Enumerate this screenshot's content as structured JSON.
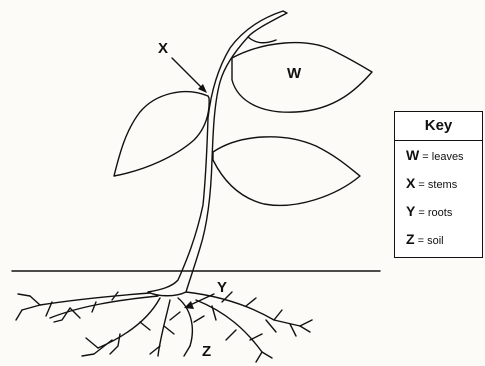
{
  "labels": {
    "w": "W",
    "x": "X",
    "y": "Y",
    "z": "Z"
  },
  "key": {
    "title": "Key",
    "entries": [
      {
        "letter": "W",
        "text": "= leaves"
      },
      {
        "letter": "X",
        "text": "= stems"
      },
      {
        "letter": "Y",
        "text": "= roots"
      },
      {
        "letter": "Z",
        "text": "= soil"
      }
    ]
  }
}
